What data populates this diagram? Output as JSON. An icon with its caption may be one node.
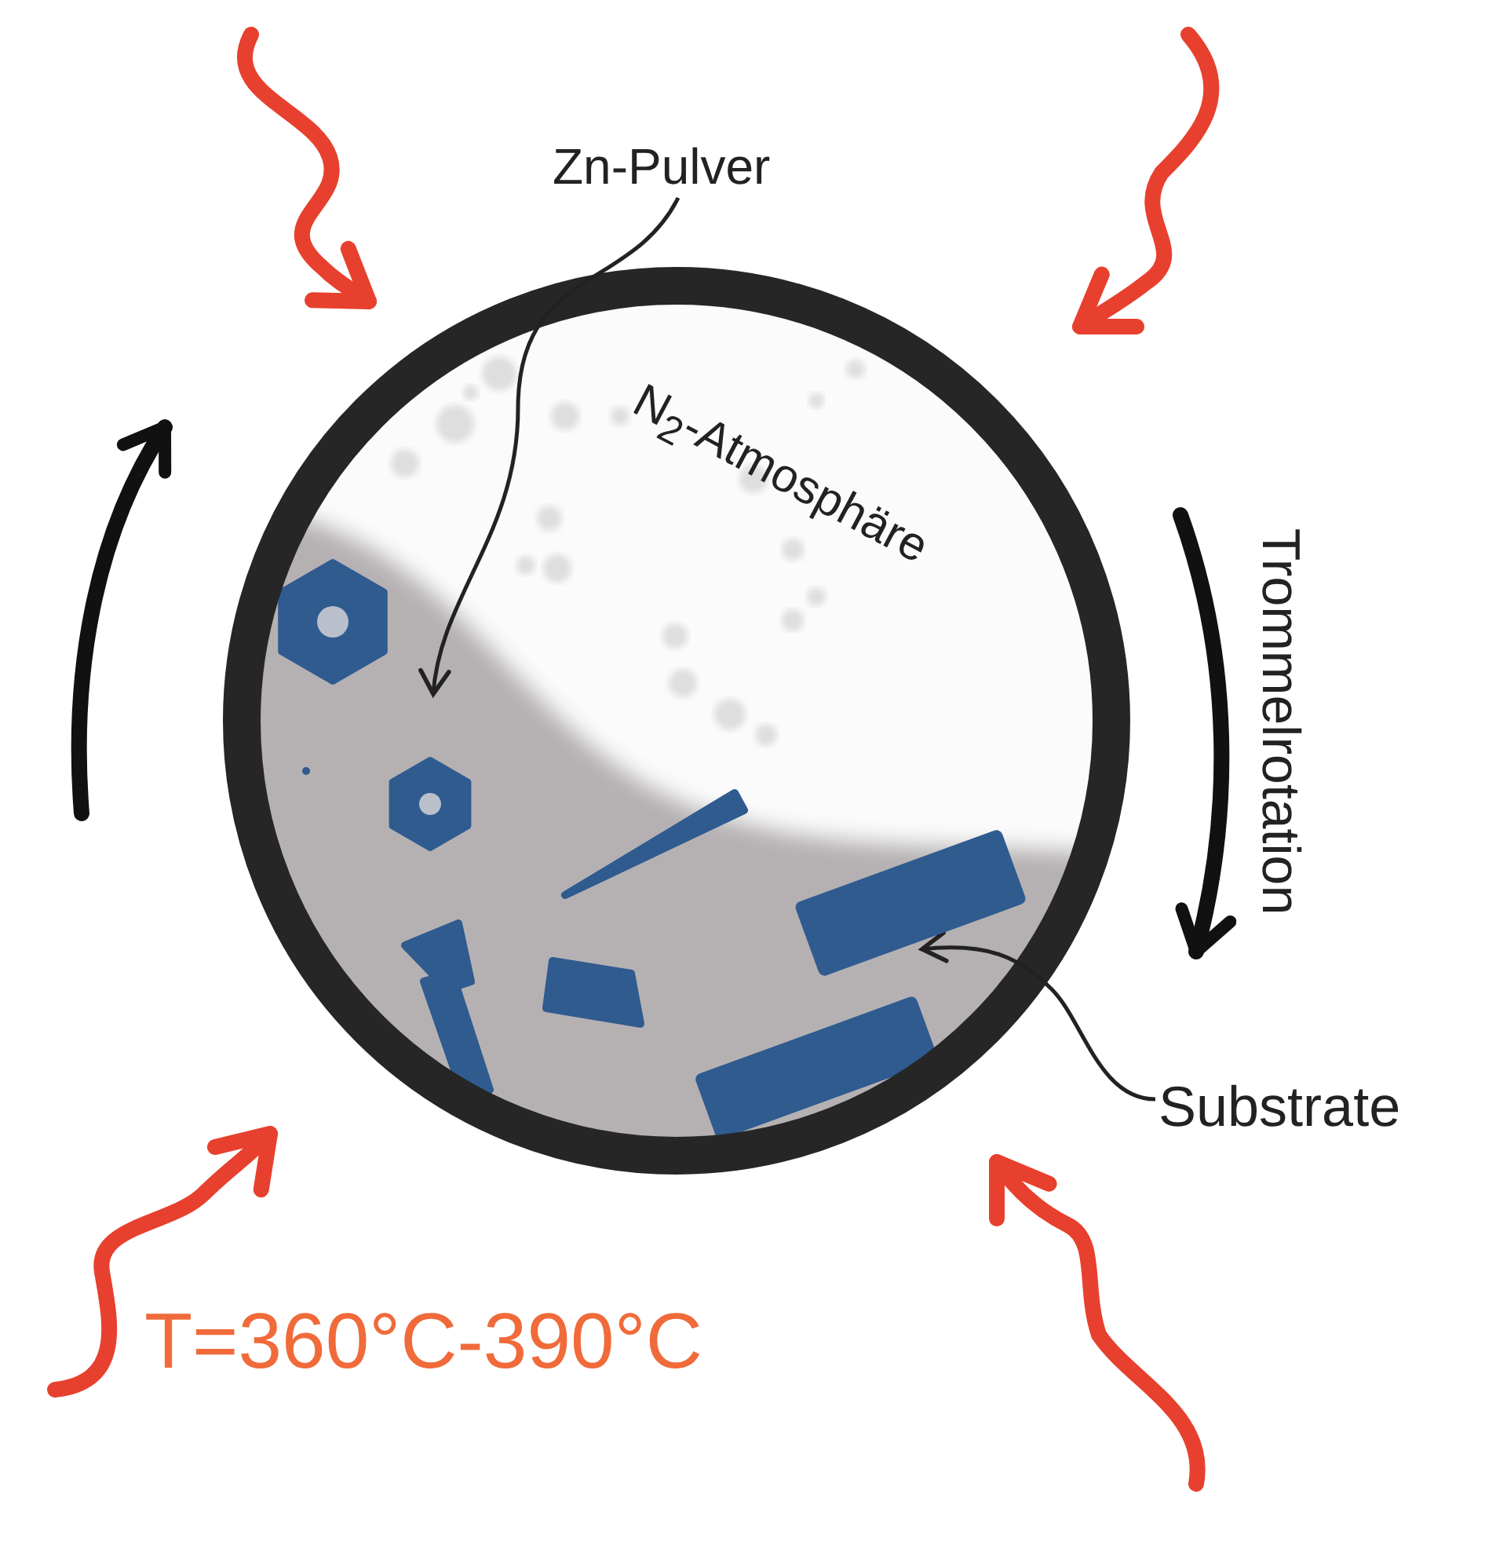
{
  "diagram": {
    "nodes": [
      {
        "text": [
          "Zn-Pulver"
        ]
      },
      {
        "text": [
          "Substrate"
        ]
      },
      {
        "text": [],
        "shape": "box"
      }
    ],
    "edges": [
      {
        "from": 0,
        "to": null,
        "arrow": "to"
      },
      {
        "from": 1,
        "to": 2,
        "arrow": "to"
      }
    ],
    "labels": [
      "N$_{2}$-Atmosphäre",
      "Trommelrotation",
      "T=360°C-390°C"
    ]
  }
}
